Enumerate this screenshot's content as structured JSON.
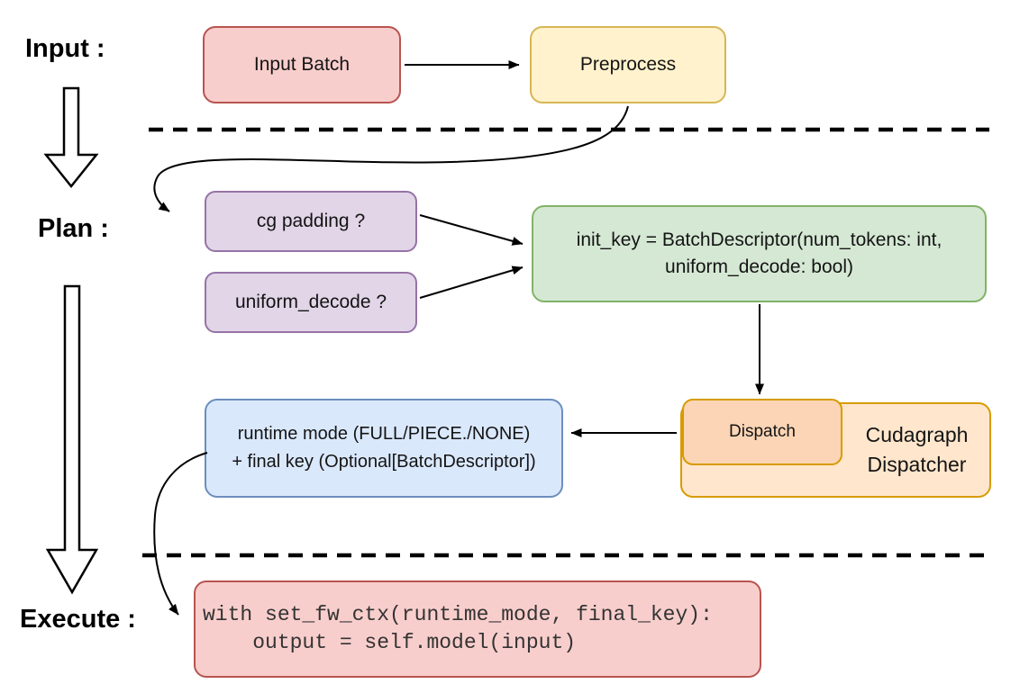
{
  "sections": {
    "input_label": "Input :",
    "plan_label": "Plan :",
    "execute_label": "Execute :"
  },
  "nodes": {
    "input_batch": {
      "label": "Input Batch"
    },
    "preprocess": {
      "label": "Preprocess"
    },
    "cg_padding": {
      "label": "cg padding ?"
    },
    "uniform_decode": {
      "label": "uniform_decode ?"
    },
    "init_key": {
      "lines": [
        "init_key = BatchDescriptor(num_tokens: int,",
        "uniform_decode: bool)"
      ]
    },
    "dispatch": {
      "label": "Dispatch"
    },
    "cudagraph_dispatcher": {
      "label": "Cudagraph Dispatcher"
    },
    "runtime_mode": {
      "lines": [
        "runtime mode (FULL/PIECE./NONE)",
        "+ final key (Optional[BatchDescriptor])"
      ]
    },
    "execute_code": {
      "lines": [
        "with set_fw_ctx(runtime_mode, final_key):",
        "    output = self.model(input)"
      ]
    }
  },
  "colors": {
    "red_fill": "#f8cecc",
    "red_stroke": "#b85450",
    "yellow_fill": "#fff2cc",
    "yellow_stroke": "#d6b656",
    "purple_fill": "#e1d5e7",
    "purple_stroke": "#9673a6",
    "green_fill": "#d5e8d4",
    "green_stroke": "#82b366",
    "orange_fill": "#ffe6cc",
    "orange_stroke": "#d79b00",
    "peach_fill": "#fbd5b5",
    "blue_fill": "#dae8fc",
    "blue_stroke": "#6c8ebf",
    "connector": "#000000",
    "background": "#ffffff"
  }
}
